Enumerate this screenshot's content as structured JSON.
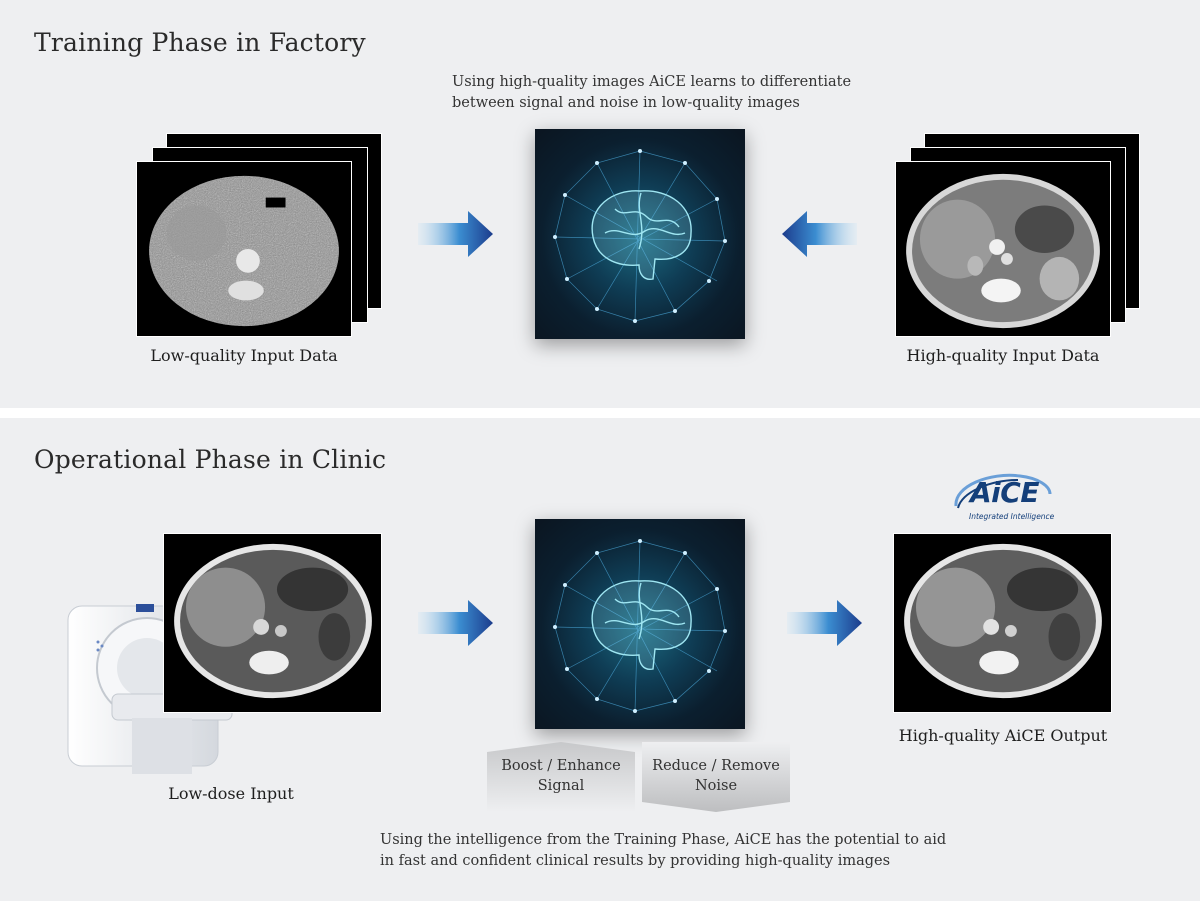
{
  "top": {
    "title": "Training Phase in Factory",
    "caption_line1": "Using high-quality images AiCE learns to differentiate",
    "caption_line2": "between signal and noise in low-quality images",
    "left_label": "Low-quality Input Data",
    "right_label": "High-quality Input Data"
  },
  "bottom": {
    "title": "Operational Phase in Clinic",
    "left_label": "Low-dose Input",
    "right_label": "High-quality AiCE Output",
    "chevron_left_line1": "Boost / Enhance",
    "chevron_left_line2": "Signal",
    "chevron_right_line1": "Reduce / Remove",
    "chevron_right_line2": "Noise",
    "caption_line1": "Using the intelligence from the Training Phase, AiCE has the potential to aid",
    "caption_line2": "in fast and confident clinical results by providing high-quality images"
  },
  "logo": {
    "word": "AiCE",
    "tagline": "Integrated Intelligence"
  },
  "colors": {
    "arrow_dark": "#1c3c8c",
    "arrow_light": "#bfe0f5",
    "brain_glow": "#9fe6f2",
    "logo_blue": "#143f7a"
  },
  "icons": [
    "right-arrow-icon",
    "left-arrow-icon",
    "brain-network-icon",
    "ct-scanner-icon"
  ]
}
